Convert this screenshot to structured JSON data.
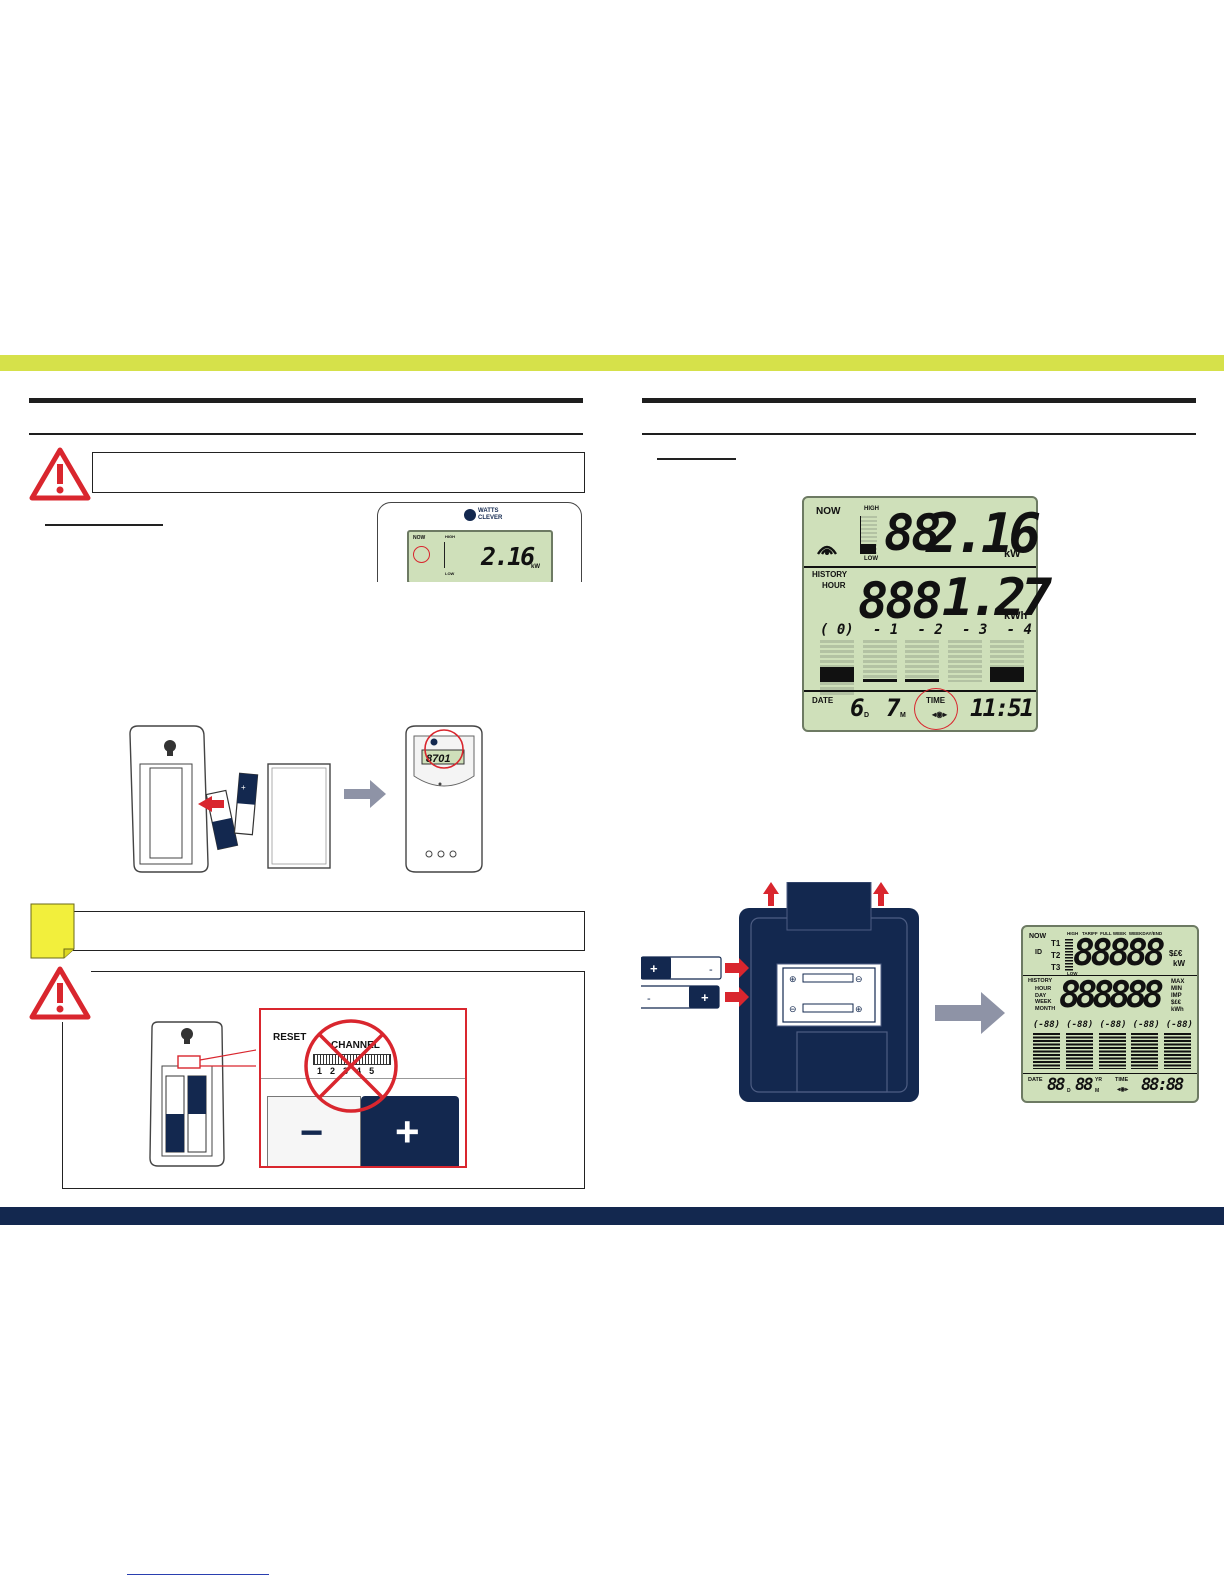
{
  "colors": {
    "accent_lime": "#d6e14a",
    "brand_navy": "#13284f",
    "warning_red": "#d9262e",
    "note_yellow": "#f2ef3c",
    "lcd_green": "#cfe0ba",
    "arrow_grey": "#8e93a6"
  },
  "icons": [
    "warning-triangle-icon",
    "sticky-note-icon",
    "right-arrow-icon",
    "up-arrow-icon",
    "crossed-circle-icon",
    "signal-icon"
  ],
  "sensor_display": {
    "brand_line1": "WATTS",
    "brand_line2": "CLEVER",
    "now_label": "NOW",
    "high_label": "HIGH",
    "low_label": "LOW",
    "power_value": "2.16",
    "power_unit": "kW",
    "code_value": "8701"
  },
  "channel_panel": {
    "reset_label": "RESET",
    "channel_label": "CHANNEL",
    "channel_numbers": [
      "1",
      "2",
      "3",
      "4",
      "5"
    ]
  },
  "main_lcd": {
    "now_label": "NOW",
    "high_label": "HIGH",
    "low_label": "LOW",
    "power_value": "2.16",
    "power_unit": "kW",
    "history_label": "HISTORY",
    "hour_label": "HOUR",
    "energy_value": "1.27",
    "energy_unit": "kWh",
    "history_slots": [
      "( 0)",
      "- 1",
      "- 2",
      "- 3",
      "- 4"
    ],
    "date_label": "DATE",
    "day_value": "6",
    "day_unit": "D",
    "month_value": "7",
    "month_unit": "M",
    "time_label": "TIME",
    "time_value": "11:51"
  },
  "full_lcd": {
    "now_label": "NOW",
    "header_labels": "HIGH   TARIFF  FULL WEEK  WEEKDAY/END",
    "t1": "T1",
    "t2": "T2",
    "t3": "T3",
    "id_label": "ID",
    "low_label": "LOW",
    "top_digits": "88888",
    "currency": "$£€",
    "kw": "kW",
    "history_label": "HISTORY",
    "periods": [
      "HOUR",
      "DAY",
      "WEEK",
      "MONTH"
    ],
    "mid_digits": "888888",
    "side_labels": [
      "MAX",
      "MIN",
      "IMP",
      "$£€",
      "kWh"
    ],
    "slots": [
      "(-88)",
      "(-88)",
      "(-88)",
      "(-88)",
      "(-88)"
    ],
    "date_label": "DATE",
    "date_digits": "88",
    "d_unit": "D",
    "yr_label": "YR",
    "m_unit": "M",
    "time_label": "TIME",
    "time_digits": "88:88"
  },
  "batteries": {
    "plus": "+",
    "minus": "-"
  },
  "base_polarity": {
    "minus_symbol": "−",
    "plus_symbol": "+"
  }
}
